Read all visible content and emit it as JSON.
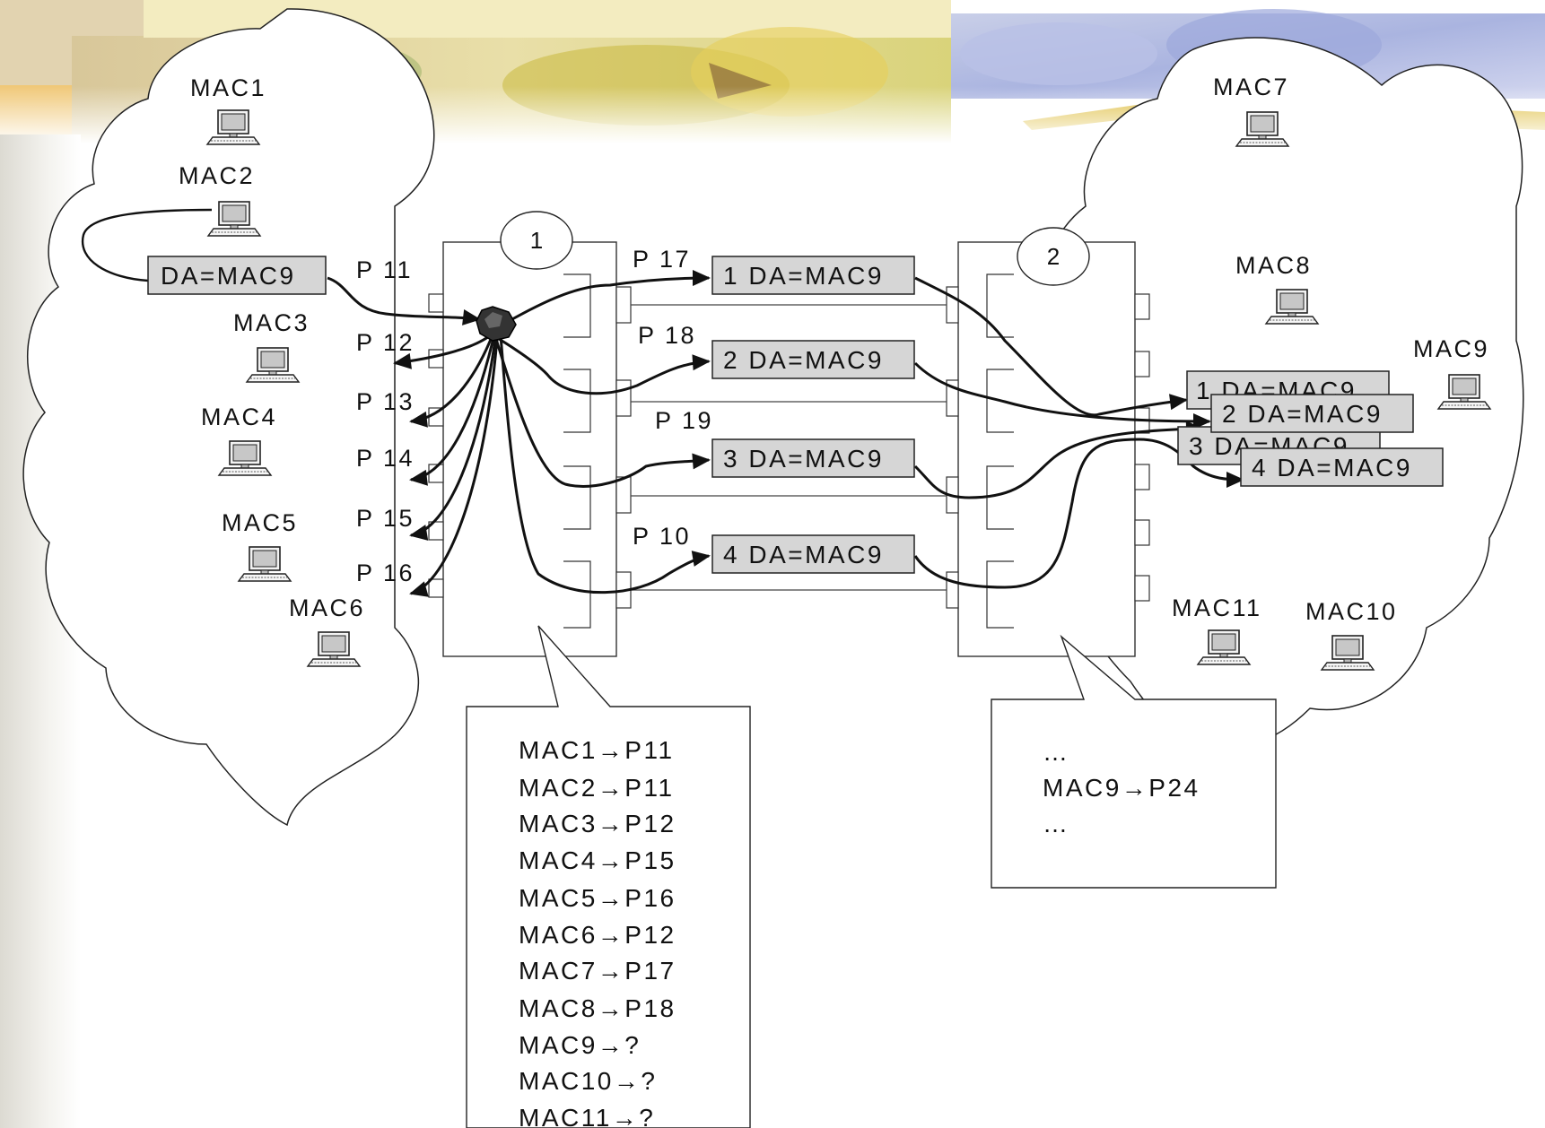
{
  "switches": [
    {
      "id": "switch-1",
      "label": "1"
    },
    {
      "id": "switch-2",
      "label": "2"
    }
  ],
  "hosts": {
    "mac1": "MAC1",
    "mac2": "MAC2",
    "mac3": "MAC3",
    "mac4": "MAC4",
    "mac5": "MAC5",
    "mac6": "MAC6",
    "mac7": "MAC7",
    "mac8": "MAC8",
    "mac9": "MAC9",
    "mac10": "MAC10",
    "mac11": "MAC11"
  },
  "icons": {
    "host": "computer-icon",
    "flood_point": "broadcast-node-icon"
  },
  "ports": {
    "p11": "P 11",
    "p12": "P 12",
    "p13": "P 13",
    "p14": "P 14",
    "p15": "P 15",
    "p16": "P 16",
    "p17": "P 17",
    "p18": "P 18",
    "p19": "P 19",
    "p10": "P 10"
  },
  "frames": {
    "source": "DA=MAC9",
    "copy1": "1 DA=MAC9",
    "copy2": "2 DA=MAC9",
    "copy3": "3 DA=MAC9",
    "copy4": "4 DA=MAC9"
  },
  "arrived_frames": {
    "f1": "1 DA=MAC9",
    "f2": "2 DA=MAC9",
    "f3": "3 DA=MAC9",
    "f4": "4 DA=MAC9"
  },
  "switch1_table": [
    "MAC1→P11",
    "MAC2→P11",
    "MAC3→P12",
    "MAC4→P15",
    "MAC5→P16",
    "MAC6→P12",
    "MAC7→P17",
    "MAC8→P18",
    "MAC9→?",
    "MAC10→?",
    "MAC11→?"
  ],
  "switch2_table": [
    "…",
    "MAC9→P24",
    "…"
  ],
  "colors": {
    "frame_fill": "#d6d6d6",
    "line": "#111111",
    "cloud_fill": "#ffffff"
  }
}
